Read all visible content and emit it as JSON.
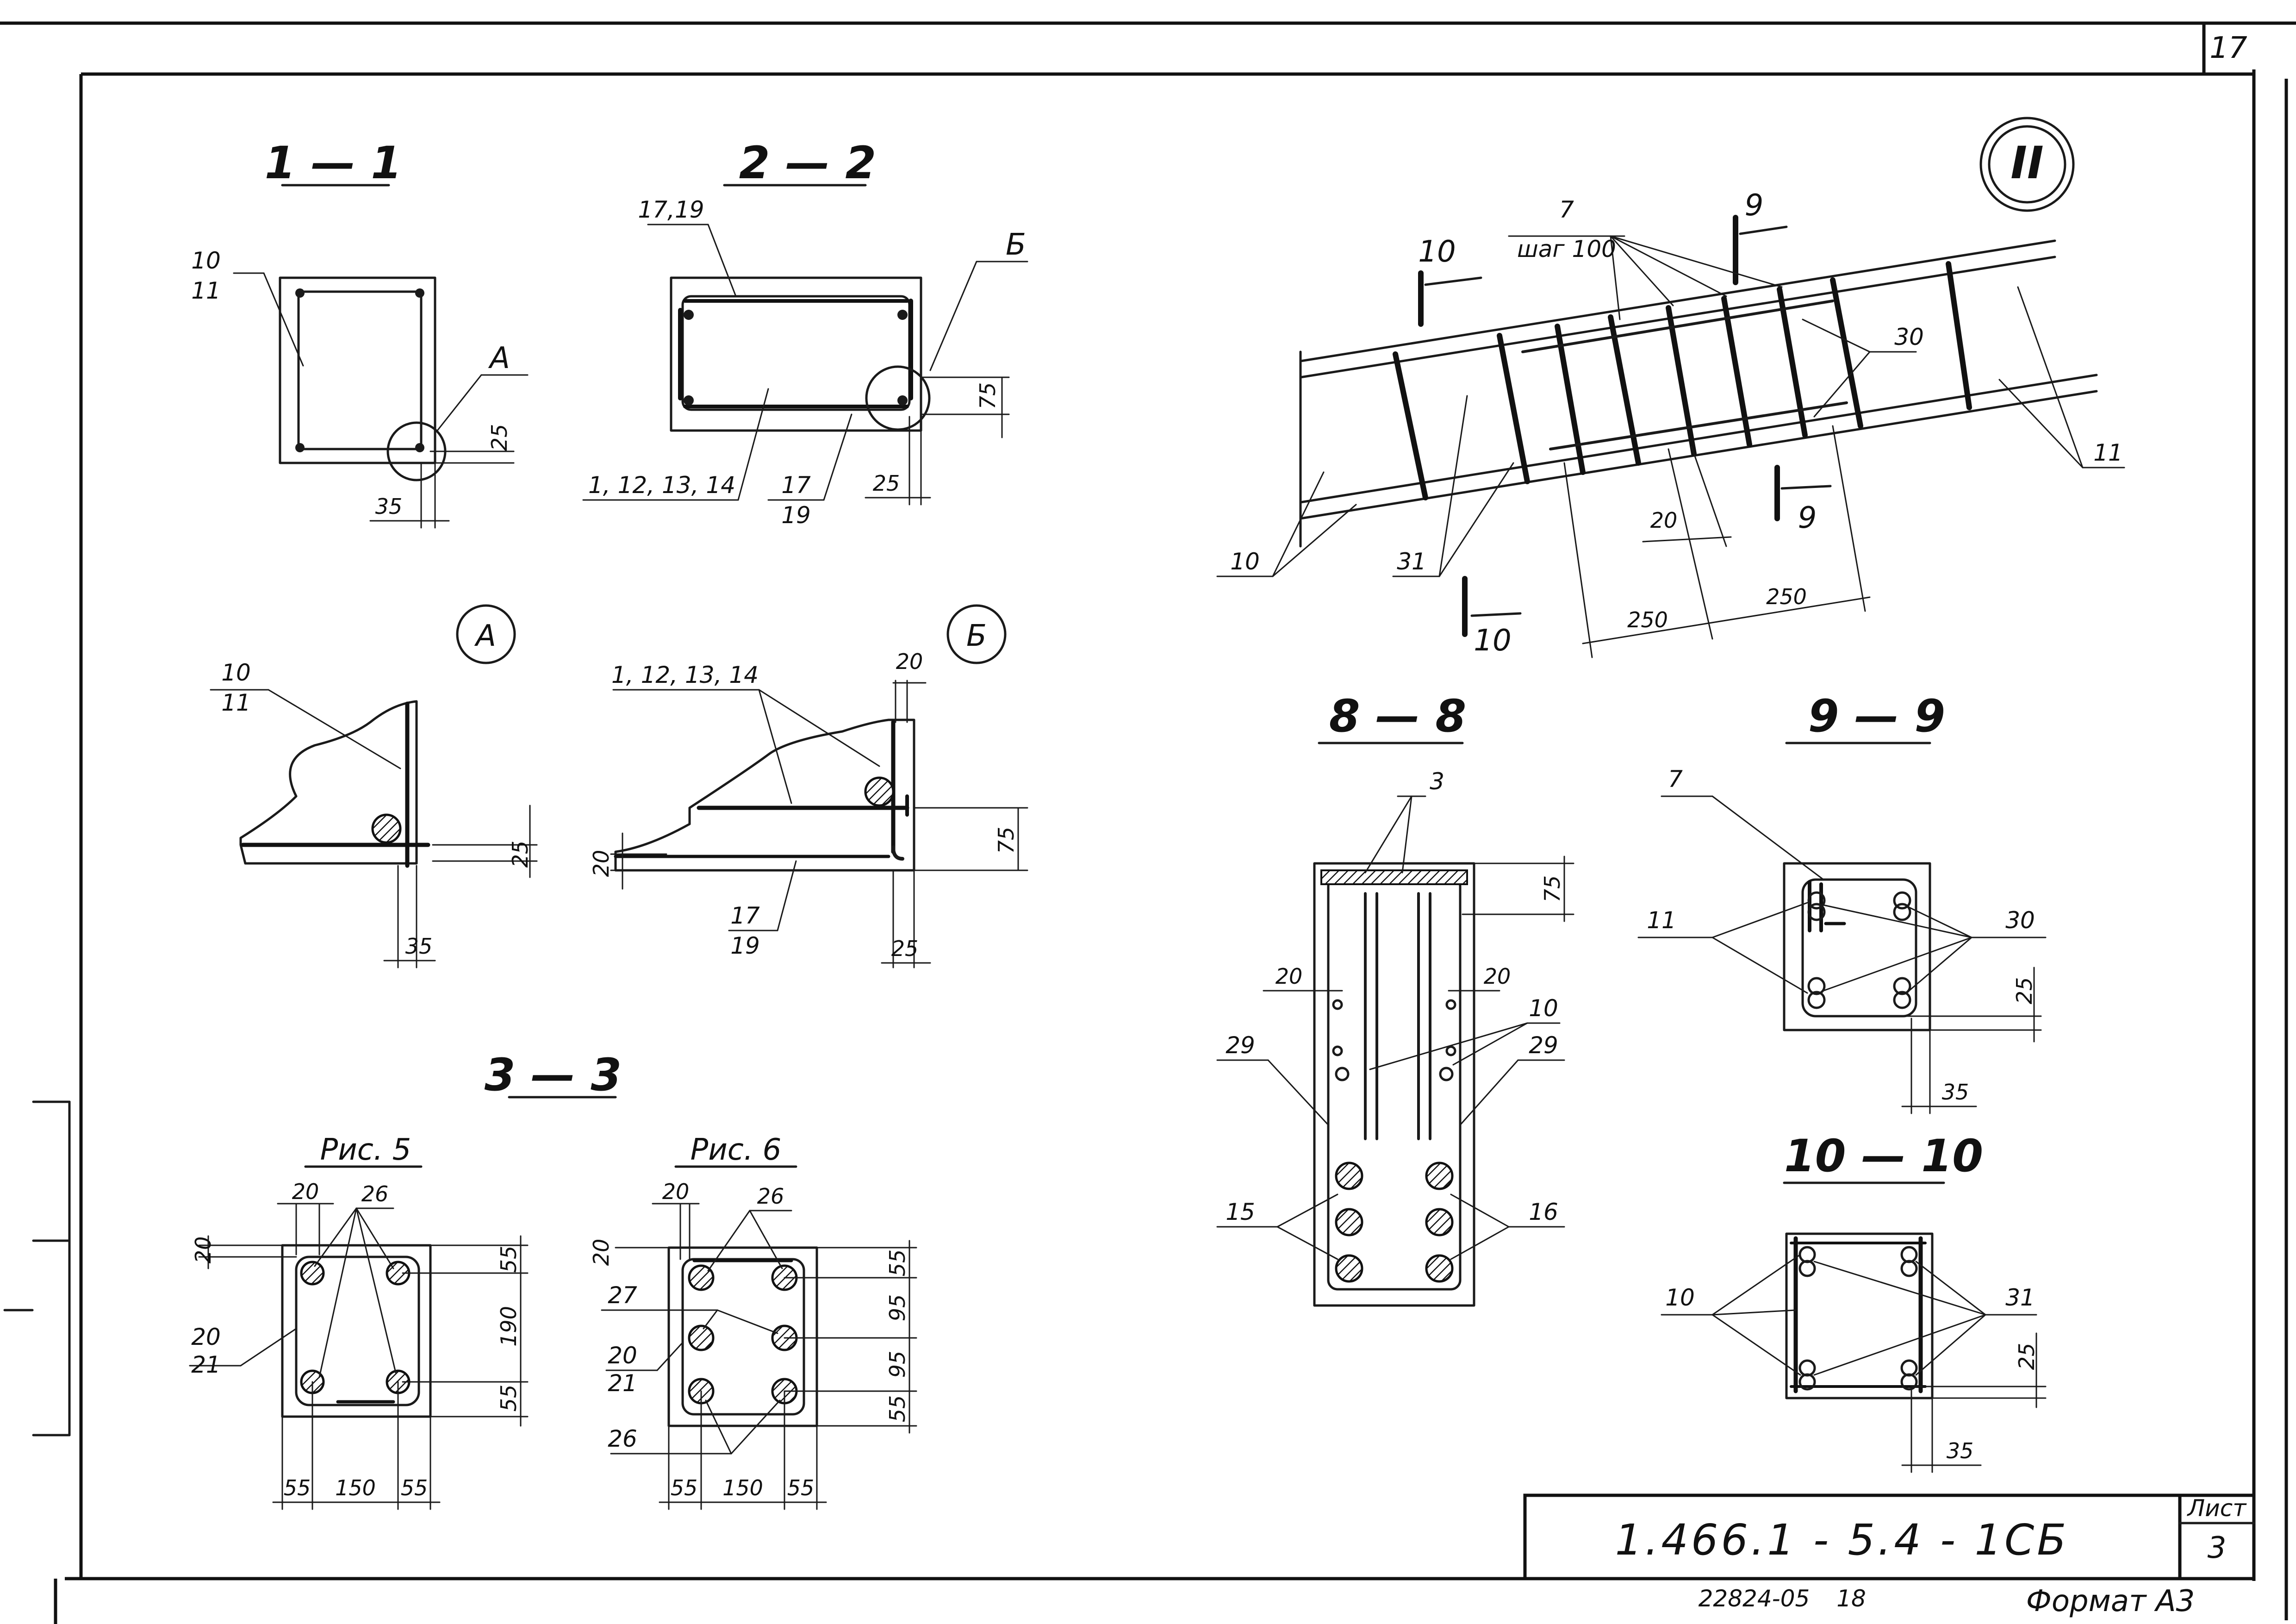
{
  "sheet": {
    "corner_number": "17",
    "drawing_code": "1.466.1 - 5.4 - 1СБ",
    "sheet_label": "Лист",
    "sheet_number": "3",
    "inventory_number": "22824-05",
    "copy_number": "18",
    "format_label": "Формат А3"
  },
  "views": {
    "s11": {
      "title": "1 — 1",
      "callout_top": "10",
      "callout_bottom": "11",
      "detail_ref": "А",
      "dim_cover": "25",
      "dim_edge": "35"
    },
    "s22": {
      "title": "2 — 2",
      "callout_top": "17,19",
      "detail_ref": "Б",
      "callout_bars": "1, 12, 13, 14",
      "callout_mesh_top": "17",
      "callout_mesh_bottom": "19",
      "dim_75": "75",
      "dim_25": "25"
    },
    "detail_a": {
      "marker": "А",
      "callout_top": "10",
      "callout_bottom": "11",
      "dim_cover": "25",
      "dim_edge": "35"
    },
    "detail_b": {
      "marker": "Б",
      "callout_bars": "1, 12, 13, 14",
      "dim_top": "20",
      "dim_75": "75",
      "dim_left": "20",
      "callout_mesh_top": "17",
      "callout_mesh_bottom": "19",
      "dim_25": "25"
    },
    "s33": {
      "title": "3 — 3",
      "fig5": {
        "caption": "Рис. 5",
        "dim_20_top": "20",
        "callout_26": "26",
        "dim_20_left": "20",
        "callout_top": "20",
        "callout_bottom": "21",
        "dim_55_top": "55",
        "dim_190": "190",
        "dim_55_bottom": "55",
        "dim_55_left": "55",
        "dim_150": "150",
        "dim_55_right": "55"
      },
      "fig6": {
        "caption": "Рис. 6",
        "dim_20_top": "20",
        "callout_26_top": "26",
        "dim_20_left": "20",
        "callout_27": "27",
        "callout_top": "20",
        "callout_bottom": "21",
        "callout_26_bottom": "26",
        "dim_55_top": "55",
        "dim_95_a": "95",
        "dim_95_b": "95",
        "dim_55_bottom": "55",
        "dim_55_left": "55",
        "dim_150": "150",
        "dim_55_right": "55"
      }
    },
    "node2": {
      "marker": "II",
      "callout_7": "7",
      "callout_step": "шаг 100",
      "cut9_top": "9",
      "cut9_bottom": "9",
      "cut10_top": "10",
      "cut10_bottom": "10",
      "callout_30": "30",
      "callout_11": "11",
      "callout_10": "10",
      "callout_31": "31",
      "dim_20": "20",
      "dim_250_a": "250",
      "dim_250_b": "250"
    },
    "s88": {
      "title": "8 — 8",
      "callout_3": "3",
      "dim_75": "75",
      "dim_20_left": "20",
      "dim_20_right": "20",
      "callout_10": "10",
      "callout_29_left": "29",
      "callout_29_right": "29",
      "callout_15": "15",
      "callout_16": "16"
    },
    "s99": {
      "title": "9 — 9",
      "callout_7": "7",
      "callout_11": "11",
      "callout_30": "30",
      "dim_25": "25",
      "dim_35": "35"
    },
    "s1010": {
      "title": "10 — 10",
      "callout_10": "10",
      "callout_31": "31",
      "dim_25": "25",
      "dim_35": "35"
    }
  }
}
